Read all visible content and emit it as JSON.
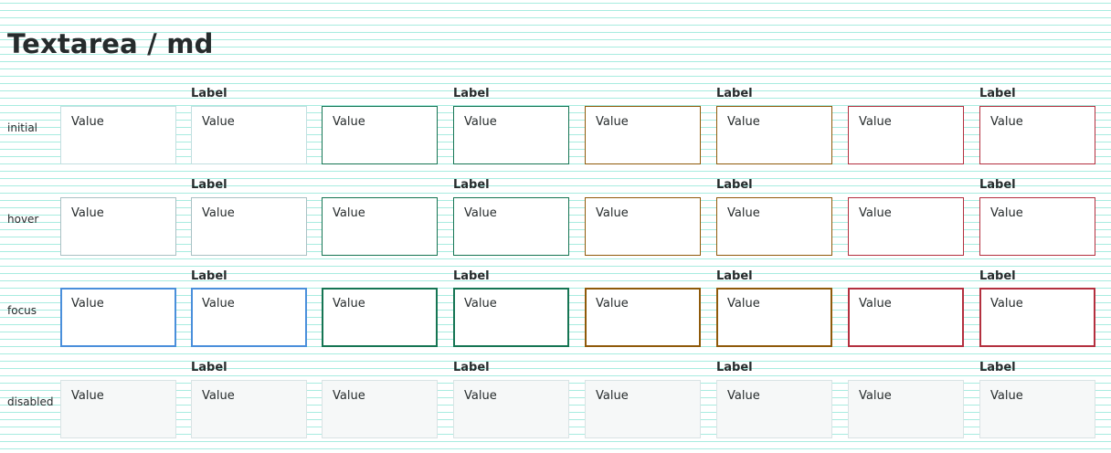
{
  "title": "Textarea / md",
  "states": [
    "initial",
    "hover",
    "focus",
    "disabled"
  ],
  "field": {
    "label": "Label",
    "value": "Value"
  },
  "variants": [
    "default",
    "success",
    "warning",
    "error"
  ],
  "colors": {
    "default_border": "#c2dfe0",
    "focus_border": "#4a8fdb",
    "success_border": "#157553",
    "warning_border": "#8f5a0a",
    "error_border": "#b3303f",
    "disabled_background": "#f6f8f8"
  }
}
